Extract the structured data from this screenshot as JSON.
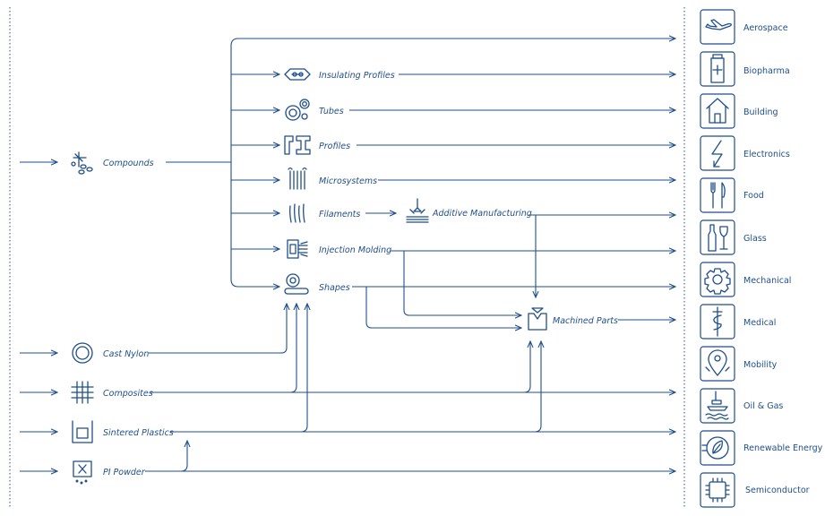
{
  "sources": {
    "compounds": "Compounds",
    "cast_nylon": "Cast Nylon",
    "composites": "Composites",
    "sintered_plastics": "Sintered Plastics",
    "pi_powder": "PI Powder"
  },
  "processes": {
    "insulating_profiles": "Insulating Profiles",
    "tubes": "Tubes",
    "profiles": "Profiles",
    "microsystems": "Microsystems",
    "filaments": "Filaments",
    "additive_manufacturing": "Additive Manufacturing",
    "injection_molding": "Injection Molding",
    "shapes": "Shapes",
    "machined_parts": "Machined Parts"
  },
  "industries": [
    {
      "label": "Aerospace",
      "icon": "airplane-icon"
    },
    {
      "label": "Biopharma",
      "icon": "medicine-bottle-icon"
    },
    {
      "label": "Building",
      "icon": "house-icon"
    },
    {
      "label": "Electronics",
      "icon": "lightning-icon"
    },
    {
      "label": "Food",
      "icon": "fork-knife-icon"
    },
    {
      "label": "Glass",
      "icon": "wine-glass-icon"
    },
    {
      "label": "Mechanical",
      "icon": "gear-icon"
    },
    {
      "label": "Medical",
      "icon": "caduceus-icon"
    },
    {
      "label": "Mobility",
      "icon": "location-pin-icon"
    },
    {
      "label": "Oil & Gas",
      "icon": "oil-platform-icon"
    },
    {
      "label": "Renewable Energy",
      "icon": "leaf-plug-icon"
    },
    {
      "label": "Semiconductor",
      "icon": "chip-icon"
    }
  ],
  "colors": {
    "primary": "#1f4e8c",
    "background": "#ffffff"
  }
}
